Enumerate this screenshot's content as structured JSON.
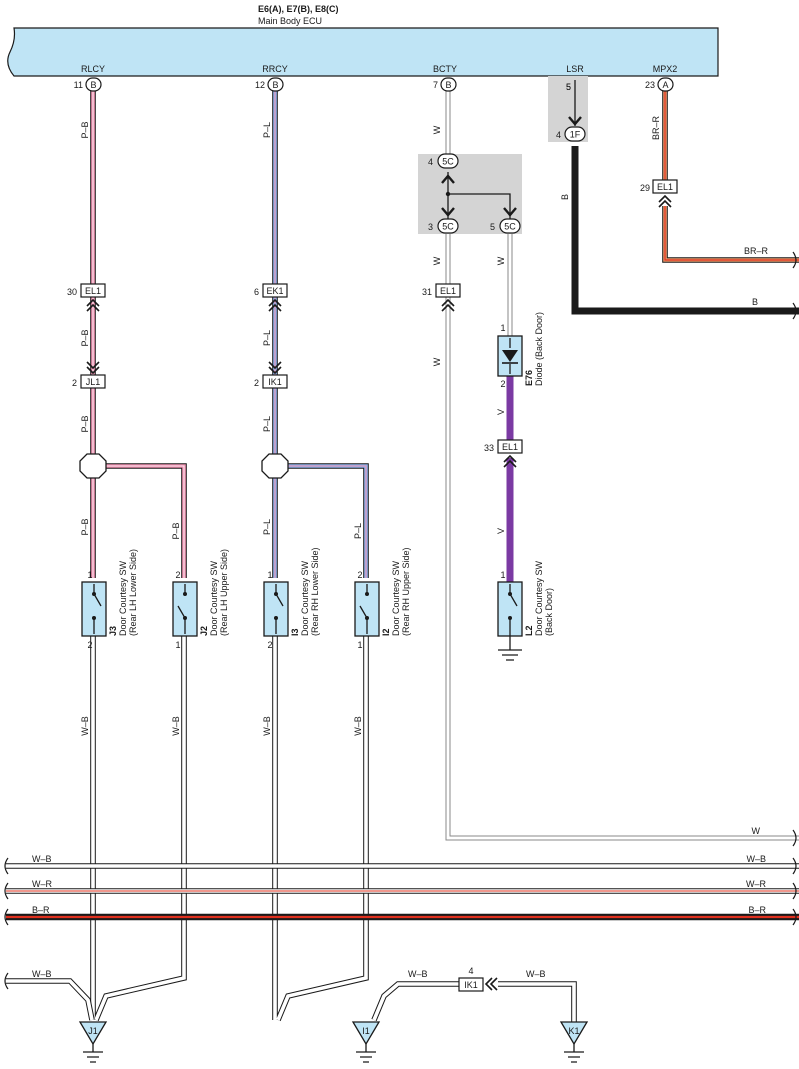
{
  "ecu": {
    "connectors_label": "E6(A), E7(B), E8(C)",
    "name": "Main Body ECU",
    "terminals": [
      {
        "name": "RLCY",
        "pin": "11",
        "conn": "B"
      },
      {
        "name": "RRCY",
        "pin": "12",
        "conn": "B"
      },
      {
        "name": "BCTY",
        "pin": "7",
        "conn": "B"
      },
      {
        "name": "LSR",
        "pin": "5",
        "conn": ""
      },
      {
        "name": "MPX2",
        "pin": "23",
        "conn": "A"
      }
    ]
  },
  "colors": {
    "ecu_fill": "#bfe4f5",
    "gray_box": "#d4d4d4",
    "pink": "#ef8fb0",
    "blue": "#8fb4ee",
    "red": "#e0301e",
    "orange": "#e89a6a",
    "purple": "#7b3aa3",
    "black": "#1a1a1a",
    "white_wire_outline": "#8a8a8a"
  },
  "wires": {
    "rlcy": "P–B",
    "rrcy": "P–L",
    "bcty": "W",
    "lsr": "B",
    "mpx2": "BR–R",
    "v": "V",
    "ground": "W–B"
  },
  "connectors": {
    "c5_top": {
      "pin": "5",
      "id": "",
      "label": "5"
    },
    "c1f": {
      "pin": "4",
      "id": "1F"
    },
    "c5c_top": {
      "pin": "4",
      "id": "5C"
    },
    "c5c_left": {
      "pin": "3",
      "id": "5C"
    },
    "c5c_right": {
      "pin": "5",
      "id": "5C"
    },
    "el1_mpx": {
      "pin": "29",
      "id": "EL1"
    },
    "el1_rlcy": {
      "pin": "30",
      "id": "EL1"
    },
    "ek1_rrcy": {
      "pin": "6",
      "id": "EK1"
    },
    "el1_bcty": {
      "pin": "31",
      "id": "EL1"
    },
    "jl1": {
      "pin": "2",
      "id": "JL1"
    },
    "ik1": {
      "pin": "2",
      "id": "IK1"
    },
    "el1_v": {
      "pin": "33",
      "id": "EL1"
    },
    "ik1_bottom": {
      "pin": "4",
      "id": "IK1"
    }
  },
  "components": {
    "j3": {
      "code": "J3",
      "name": "Door Courtesy SW",
      "desc": "(Rear LH Lower Side)",
      "pin_top": "1",
      "pin_bottom": "2"
    },
    "j2": {
      "code": "J2",
      "name": "Door Courtesy SW",
      "desc": "(Rear LH Upper Side)",
      "pin_top": "2",
      "pin_bottom": "1"
    },
    "i3": {
      "code": "I3",
      "name": "Door Courtesy SW",
      "desc": "(Rear RH Lower Side)",
      "pin_top": "1",
      "pin_bottom": "2"
    },
    "i2": {
      "code": "I2",
      "name": "Door Courtesy SW",
      "desc": "(Rear RH Upper Side)",
      "pin_top": "2",
      "pin_bottom": "1"
    },
    "l2": {
      "code": "L2",
      "name": "Door Courtesy SW",
      "desc": "(Back Door)",
      "pin_top": "1"
    },
    "e76": {
      "code": "E76",
      "name": "Diode (Back Door)",
      "pin_top": "1",
      "pin_bottom": "2"
    }
  },
  "grounds": {
    "j1": "J1",
    "i1": "I1",
    "k1": "K1"
  },
  "right_outputs": {
    "br_r": "BR–R",
    "b": "B",
    "w": "W",
    "bus": [
      {
        "label": "W–B",
        "left_label": "W–B"
      },
      {
        "label": "W–R",
        "left_label": "W–R"
      },
      {
        "label": "B–R",
        "left_label": "B–R"
      }
    ],
    "bottom_left": "W–B",
    "bottom_mid": "W–B",
    "bottom_right": "W–B"
  }
}
